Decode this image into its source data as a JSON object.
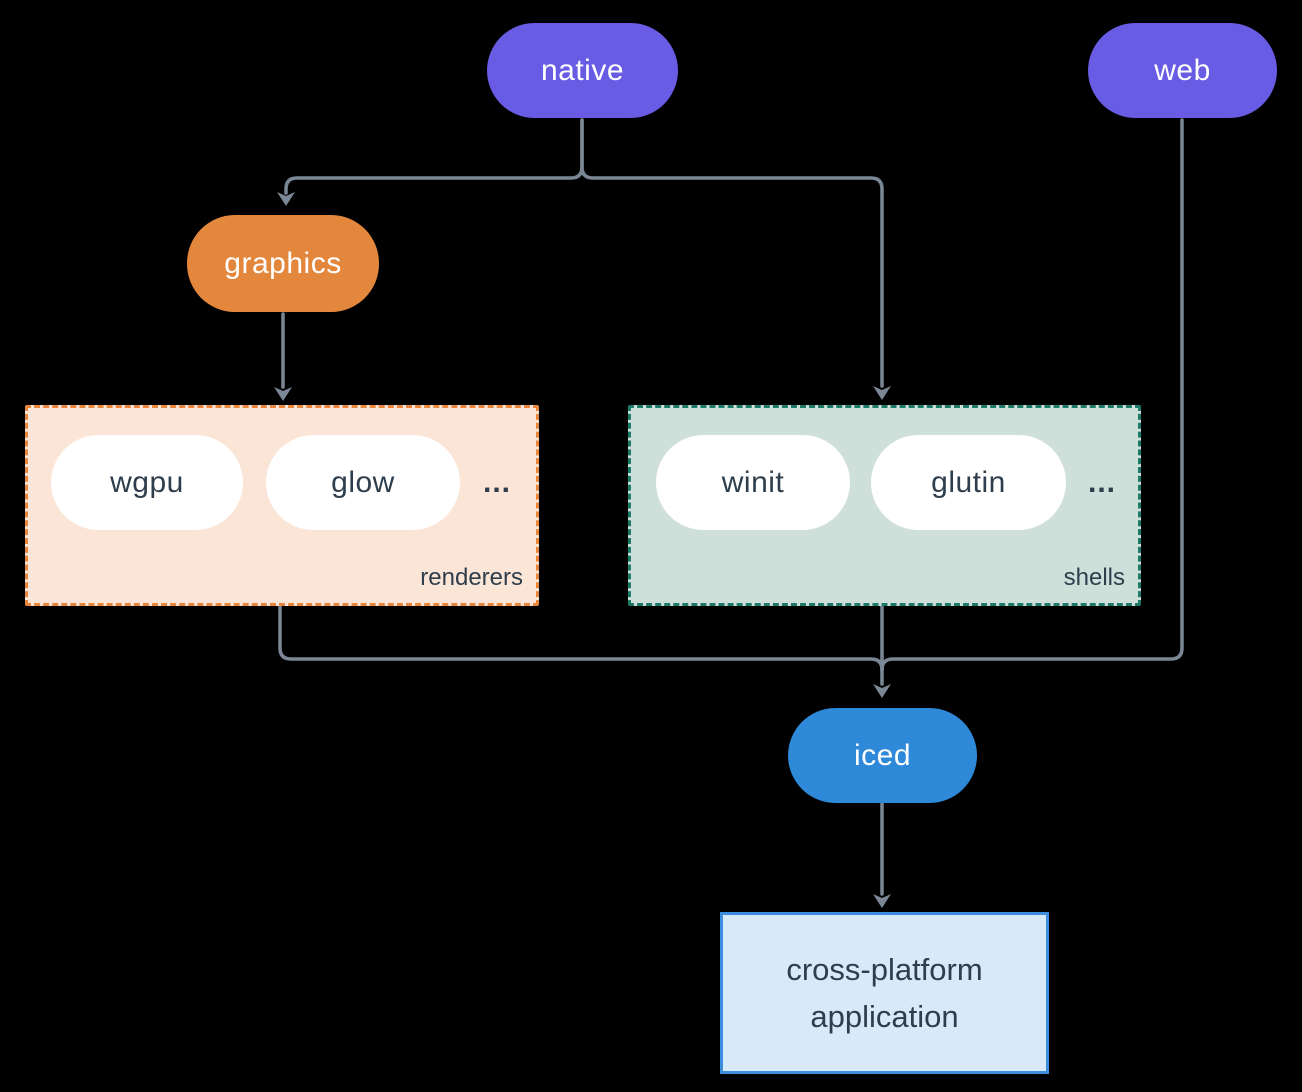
{
  "colors": {
    "background": "#000000",
    "platform_pill": "#695ce4",
    "graphics_pill": "#e3873d",
    "iced_pill": "#2e89d8",
    "node_pill_bg": "#ffffff",
    "pill_text_light": "#ffffff",
    "text_dark": "#2f3e4c",
    "renderers_bg": "#fbe5d6",
    "renderers_border": "#e8873c",
    "shells_bg": "#cfe0da",
    "shells_border": "#1c7a68",
    "app_bg": "#d8e9f9",
    "app_border": "#3b8fde",
    "connector": "#7b8795"
  },
  "nodes": {
    "native": "native",
    "web": "web",
    "graphics": "graphics",
    "iced": "iced"
  },
  "renderers": {
    "label": "renderers",
    "items": [
      "wgpu",
      "glow"
    ],
    "ellipsis": "..."
  },
  "shells": {
    "label": "shells",
    "items": [
      "winit",
      "glutin"
    ],
    "ellipsis": "..."
  },
  "application": {
    "line1": "cross-platform",
    "line2": "application"
  },
  "edges": [
    {
      "from": "native",
      "to": "graphics"
    },
    {
      "from": "native",
      "to": "shells"
    },
    {
      "from": "graphics",
      "to": "renderers"
    },
    {
      "from": "renderers",
      "to": "iced"
    },
    {
      "from": "shells",
      "to": "iced"
    },
    {
      "from": "web",
      "to": "iced"
    },
    {
      "from": "iced",
      "to": "cross-platform application"
    }
  ]
}
